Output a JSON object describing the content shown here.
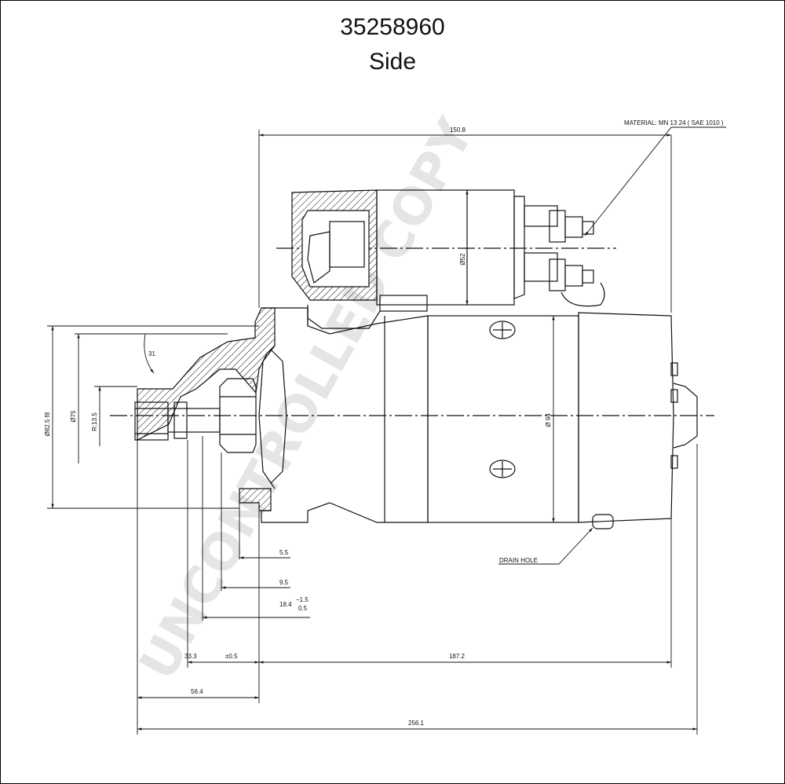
{
  "header": {
    "part_number": "35258960",
    "view": "Side"
  },
  "watermark": "UNCONTROLLED COPY",
  "annotations": {
    "material": "MATERIAL: MN 13 24 ( SAE 1010 )",
    "drain_hole": "DRAIN HOLE"
  },
  "dimensions": {
    "solenoid_length": "150.8",
    "solenoid_dia": "Ø52",
    "body_dia": "Ø 94",
    "flange_dia": "Ø82.5  f8",
    "pilot_dia": "Ø75",
    "radius": "R:13.5",
    "angle": "31",
    "d_5_5": "5.5",
    "d_9_5": "9.5",
    "d_18_4": "18.4",
    "tol_upper": "−1.5",
    "tol_lower": "0.5",
    "d_33_3": "33.3",
    "tol_33_3": "±0.5",
    "d_187_2": "187.2",
    "d_56_4": "56.4",
    "d_256_1": "256.1"
  },
  "colors": {
    "line": "#111111",
    "watermark": "#cfcfcf"
  }
}
